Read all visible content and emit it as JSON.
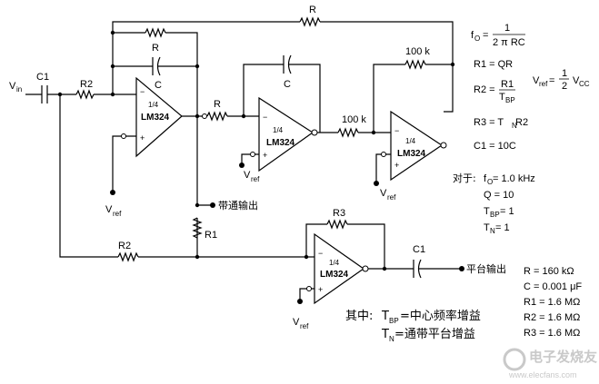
{
  "labels": {
    "vin": "V",
    "vin_sub": "in",
    "c1": "C1",
    "c1_out": "C1",
    "r2": "R2",
    "r2_lower": "R2",
    "r_top": "R",
    "r_fb": "R",
    "c_fb1": "C",
    "r_mid": "R",
    "c_fb2": "C",
    "r100k_a": "100 k",
    "r100k_b": "100 k",
    "r1": "R1",
    "r3": "R3",
    "vref": "V",
    "vref_sub": "ref",
    "bandpass_out": "带通输出",
    "plateau_out": "平台输出"
  },
  "op_amps": [
    {
      "fraction": "1/4",
      "part": "LM324"
    },
    {
      "fraction": "1/4",
      "part": "LM324"
    },
    {
      "fraction": "1/4",
      "part": "LM324"
    },
    {
      "fraction": "1/4",
      "part": "LM324"
    }
  ],
  "equations": {
    "fo_lhs": "f",
    "fo_sub": "O",
    "fo_num": "1",
    "fo_den": "2 π RC",
    "r1_eq": "R1 = QR",
    "r2_lhs": "R2 =",
    "r2_num": "R1",
    "r2_den": "T",
    "r2_den_sub": "BP",
    "r3_eq": "R3 = T",
    "r3_sub": "N",
    "r3_tail": " R2",
    "c1_eq": "C1 = 10C",
    "vref_lhs": "V",
    "vref_sub": "ref",
    "vref_eq": " = ",
    "vref_num": "1",
    "vref_den": "2",
    "vref_rhs": "V",
    "vref_rhs_sub": "CC"
  },
  "conditions": {
    "heading": "对于:",
    "fo": "f",
    "fo_sub": "O",
    "fo_val": " = 1.0 kHz",
    "q": "Q = 10",
    "tbp": "T",
    "tbp_sub": "BP",
    "tbp_val": " = 1",
    "tn": "T",
    "tn_sub": "N",
    "tn_val": " = 1"
  },
  "values": [
    "R   = 160 kΩ",
    "C   = 0.001 μF",
    "R1 = 1.6 MΩ",
    "R2 = 1.6 MΩ",
    "R3 = 1.6 MΩ"
  ],
  "notes": {
    "prefix": "其中:",
    "tbp": "T",
    "tbp_sub": "BP",
    "tbp_desc": "=中心频率增益",
    "tn": "T",
    "tn_sub": "N",
    "tn_desc": "=通带平台增益"
  },
  "watermark": "电子发烧友",
  "watermark_url": "www.elecfans.com"
}
